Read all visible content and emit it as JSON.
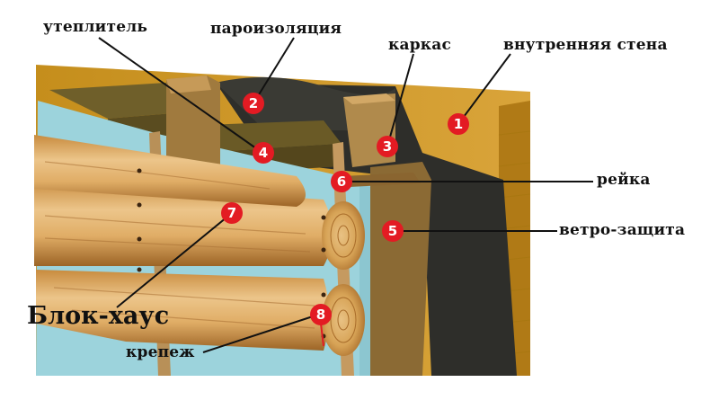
{
  "labels": {
    "insulation": "утеплитель",
    "vapor_barrier": "пароизоляция",
    "frame": "каркас",
    "inner_wall": "внутренняя стена",
    "batten": "рейка",
    "wind_barrier": "ветро-защита",
    "block_house": "Блок-хаус",
    "fastener": "крепеж"
  },
  "markers": [
    "1",
    "2",
    "3",
    "4",
    "5",
    "6",
    "7",
    "8"
  ],
  "colors": {
    "marker": "#e31b23",
    "leader": "#111111",
    "membrane": "#9cd3dc",
    "vapor": "#2e2e2a",
    "wood_wall": "#c9951e",
    "log": "#d7a55a"
  }
}
